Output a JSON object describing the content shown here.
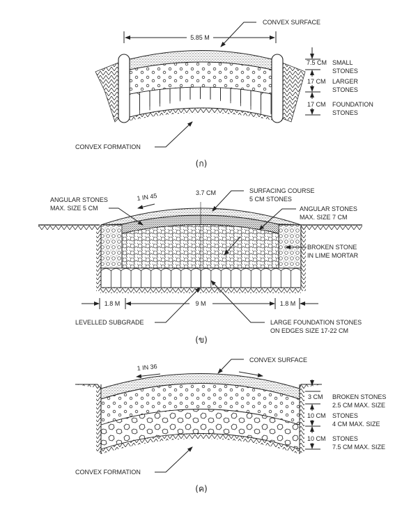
{
  "figure_a": {
    "caption": "(ก)",
    "width_dim": "5.85 M",
    "convex_surface": "CONVEX SURFACE",
    "convex_formation": "CONVEX FORMATION",
    "layers": [
      {
        "thickness": "7.5 CM",
        "line1": "SMALL",
        "line2": "STONES"
      },
      {
        "thickness": "17 CM",
        "line1": "LARGER",
        "line2": "STONES"
      },
      {
        "thickness": "17 CM",
        "line1": "FOUNDATION",
        "line2": "STONES"
      }
    ]
  },
  "figure_b": {
    "caption": "(ข)",
    "slope": "1 IN 45",
    "crown_thickness": "3.7 CM",
    "angular_left_1": "ANGULAR STONES",
    "angular_left_2": "MAX. SIZE 5 CM",
    "surfacing_1": "SURFACING COURSE",
    "surfacing_2": "5 CM STONES",
    "angular_right_1": "ANGULAR STONES",
    "angular_right_2": "MAX. SIZE 7 CM",
    "broken_1": "BROKEN STONE",
    "broken_2": "IN LIME MORTAR",
    "dim_left": "1.8 M",
    "dim_center": "9 M",
    "dim_right": "1.8 M",
    "levelled": "LEVELLED SUBGRADE",
    "foundation_1": "LARGE FOUNDATION STONES",
    "foundation_2": "ON EDGES SIZE 17-22 CM"
  },
  "figure_c": {
    "caption": "(ค)",
    "slope": "1 IN 36",
    "convex_surface": "CONVEX SURFACE",
    "convex_formation": "CONVEX FORMATION",
    "layers": [
      {
        "thickness": "3 CM",
        "line1": "BROKEN STONES",
        "line2": "2.5 CM MAX. SIZE"
      },
      {
        "thickness": "10 CM",
        "line1": "STONES",
        "line2": "4 CM MAX. SIZE"
      },
      {
        "thickness": "10 CM",
        "line1": "STONES",
        "line2": "7.5 CM MAX. SIZE"
      }
    ]
  }
}
